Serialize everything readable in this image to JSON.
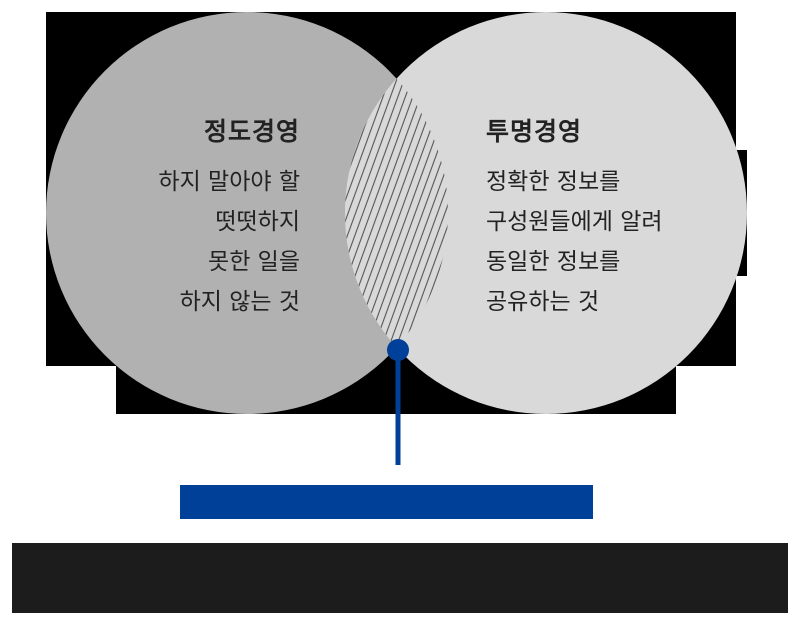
{
  "colors": {
    "left_circle": "#b1b1b1",
    "right_circle": "#d9d9d9",
    "overlap_fill": "#d9d9d9",
    "hatch_line": "#555555",
    "connector": "#004098",
    "blue_bar": "#004098",
    "dark_bar": "#1c1c1c",
    "text": "#222222"
  },
  "left_circle": {
    "title": "정도경영",
    "lines": [
      "하지 말아야 할",
      "떳떳하지",
      "못한 일을",
      "하지 않는 것"
    ]
  },
  "right_circle": {
    "title": "투명경영",
    "lines": [
      "정확한 정보를",
      "구성원들에게 알려",
      "동일한 정보를",
      "공유하는 것"
    ]
  },
  "overlap": {
    "pattern": "diagonal-hatch"
  },
  "connector": {
    "dot": "intersection-point",
    "line": "vertical"
  },
  "blue_bar": {
    "label": ""
  },
  "dark_bar": {
    "label": ""
  }
}
